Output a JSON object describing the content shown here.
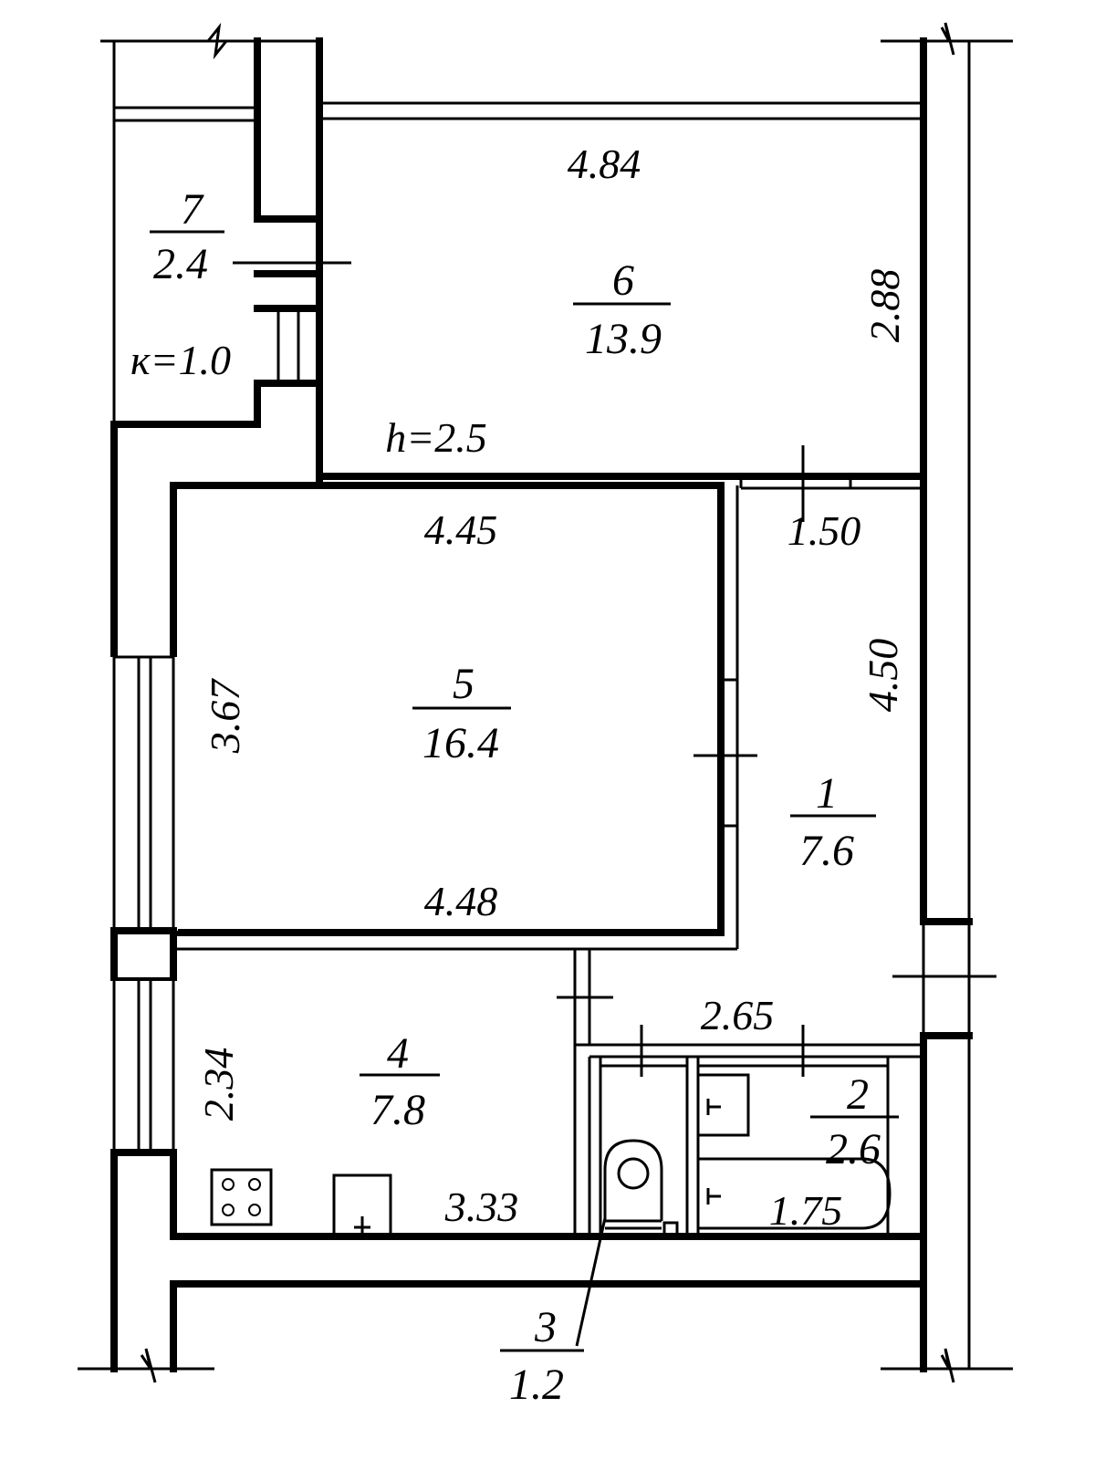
{
  "rooms": {
    "r1": {
      "number": "1",
      "area": "7.6"
    },
    "r2": {
      "number": "2",
      "area": "2.6"
    },
    "r3": {
      "number": "3",
      "area": "1.2"
    },
    "r4": {
      "number": "4",
      "area": "7.8"
    },
    "r5": {
      "number": "5",
      "area": "16.4"
    },
    "r6": {
      "number": "6",
      "area": "13.9"
    },
    "r7": {
      "number": "7",
      "area": "2.4"
    }
  },
  "dimensions": {
    "r6_top": "4.84",
    "r6_right": "2.88",
    "r6_height": "h=2.5",
    "r7_coef": "к=1.0",
    "r5_top": "4.45",
    "r5_left": "3.67",
    "r5_bottom": "4.48",
    "r1_top": "1.50",
    "r1_right": "4.50",
    "r1_bottom": "2.65",
    "r4_left": "2.34",
    "r4_bottom": "3.33",
    "r2_bath": "1.75"
  }
}
